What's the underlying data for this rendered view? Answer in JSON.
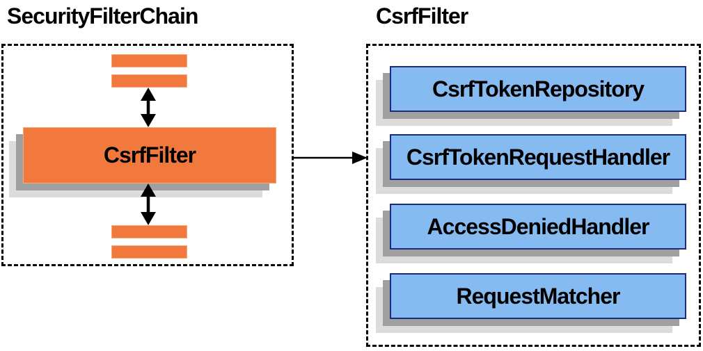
{
  "colors": {
    "orange": "#F2793D",
    "orange_border": "#F7A97C",
    "blue": "#85BBF0",
    "blue_border": "#1B2B80",
    "shadow_dark": "#A0A0A0",
    "shadow_light": "#DCDCDC",
    "arrow": "#000000",
    "text": "#000000",
    "background": "#FFFFFF"
  },
  "left_panel": {
    "title": "SecurityFilterChain",
    "filter_box_label": "CsrfFilter"
  },
  "right_panel": {
    "title": "CsrfFilter",
    "components": [
      {
        "label": "CsrfTokenRepository"
      },
      {
        "label": "CsrfTokenRequestHandler"
      },
      {
        "label": "AccessDeniedHandler"
      },
      {
        "label": "RequestMatcher"
      }
    ]
  }
}
